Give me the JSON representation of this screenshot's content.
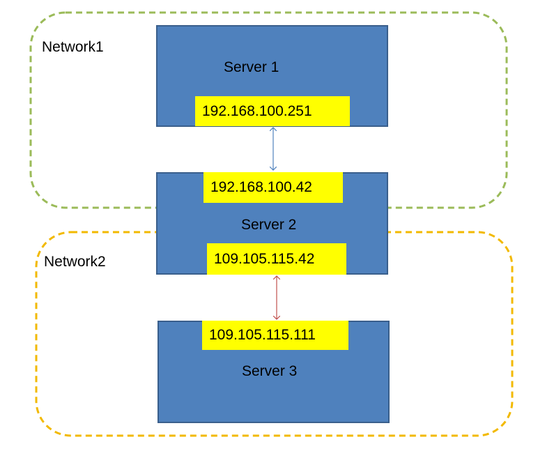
{
  "networks": [
    {
      "label": "Network1",
      "color": "#9bbb59"
    },
    {
      "label": "Network2",
      "color": "#f2b900"
    }
  ],
  "servers": [
    {
      "name": "Server 1",
      "ips": [
        "192.168.100.251"
      ]
    },
    {
      "name": "Server 2",
      "ips": [
        "192.168.100.42",
        "109.105.115.42"
      ]
    },
    {
      "name": "Server 3",
      "ips": [
        "109.105.115.111"
      ]
    }
  ],
  "connections": [
    {
      "from": "192.168.100.251",
      "to": "192.168.100.42",
      "color": "#4f81bd"
    },
    {
      "from": "109.105.115.42",
      "to": "109.105.115.111",
      "color": "#c0504d"
    }
  ],
  "colors": {
    "server_fill": "#4f81bd",
    "ip_fill": "#ffff00"
  }
}
